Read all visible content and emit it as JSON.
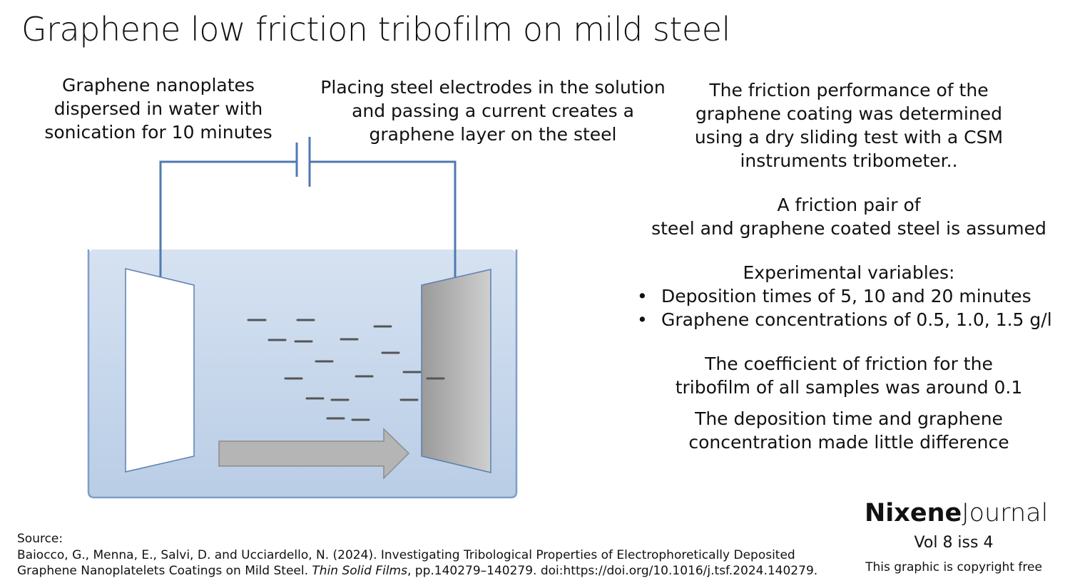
{
  "title": "Graphene low friction tribofilm on mild steel",
  "diagram": {
    "caption_left": [
      "Graphene nanoplates",
      "dispersed in water with",
      "sonication for 10 minutes"
    ],
    "caption_mid": [
      "Placing steel electrodes in the solution",
      "and passing a current creates a",
      "graphene layer on the steel"
    ],
    "colors": {
      "solution_top": "#d6e2f1",
      "solution_bottom": "#b9cde6",
      "wire": "#4f79b0",
      "electrode_dark": "#9a9a9a",
      "electrode_light": "#cfcfcf",
      "arrow": "#b5b5b5",
      "flake": "#555555"
    }
  },
  "right": {
    "p1": [
      "The friction performance of the",
      "graphene coating was determined",
      "using a dry sliding test with a CSM",
      "instruments tribometer.."
    ],
    "p2": [
      "A friction pair of",
      "steel and graphene coated steel is assumed"
    ],
    "variables_heading": "Experimental variables:",
    "variables": [
      "Deposition times of 5, 10 and 20 minutes",
      "Graphene concentrations of 0.5, 1.0, 1.5 g/l"
    ],
    "p3": [
      "The coefficient of friction for the",
      "tribofilm of all samples was around 0.1"
    ],
    "p4": [
      "The deposition time and graphene",
      "concentration made little difference"
    ]
  },
  "source": {
    "label": "Source:",
    "line1": "Baiocco, G., Menna, E., Salvi, D. and Ucciardello, N. (2024). Investigating Tribological Properties of Electrophoretically Deposited",
    "line2_pre": "Graphene Nanoplatelets Coatings on Mild Steel.",
    "journal": "Thin Solid Films",
    "line2_post": ", pp.140279–140279. doi:https://doi.org/10.1016/j.tsf.2024.140279."
  },
  "brand": {
    "bold": "Nixene",
    "light": "Journal",
    "volume": "Vol 8  iss 4",
    "copyright": "This graphic is copyright free"
  }
}
